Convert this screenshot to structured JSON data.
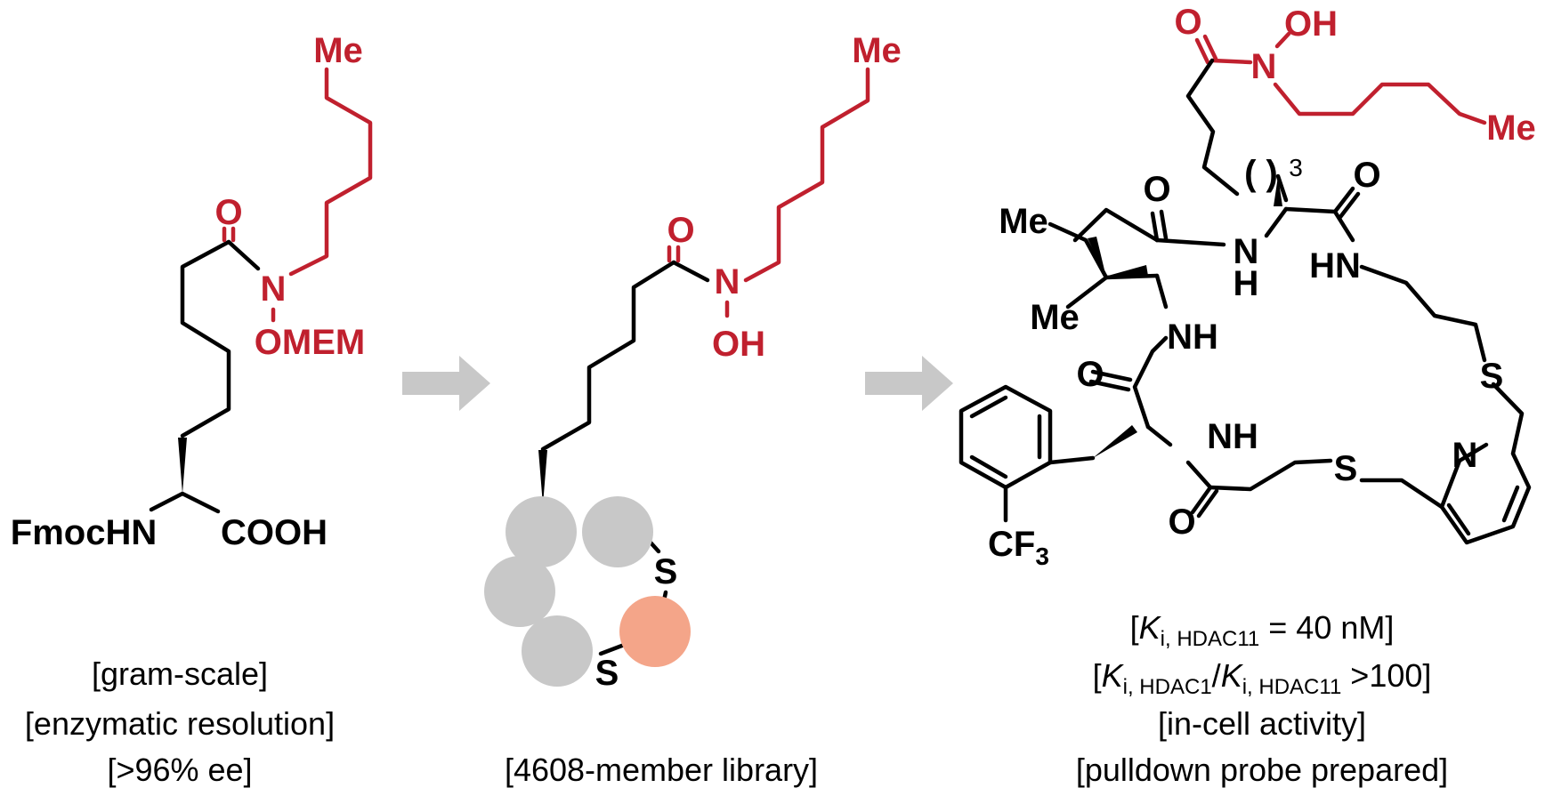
{
  "colors": {
    "bond": "#000000",
    "highlight": "#c0202e",
    "arrow": "#c8c8c8",
    "bead": "#c8c8c8",
    "bead_accent": "#f4a589"
  },
  "compound1": {
    "labels": {
      "me": "Me",
      "o": "O",
      "n": "N",
      "omem": "OMEM",
      "fmochn": "FmocHN",
      "cooh": "COOH"
    },
    "notes": [
      "[gram-scale]",
      "[enzymatic resolution]",
      "[>96% ee]"
    ]
  },
  "compound2": {
    "labels": {
      "me": "Me",
      "o": "O",
      "n": "N",
      "oh": "OH",
      "s1": "S",
      "s2": "S"
    },
    "notes": [
      "[4608-member library]"
    ]
  },
  "compound3": {
    "labels": {
      "o_hydroxamate": "O",
      "oh": "OH",
      "n_hydroxamate": "N",
      "me_chain": "Me",
      "rep_paren": "( )",
      "rep_sub": "3",
      "me_ethyl": "Me",
      "me_branch": "Me",
      "o_ile": "O",
      "nh_amide": "N",
      "h_amide": "H",
      "o_lys": "O",
      "hn_linker": "HN",
      "nh_ile": "NH",
      "o_phe": "O",
      "s_upper": "S",
      "nh_phe": "NH",
      "n_pyridine": "N",
      "s_lower": "S",
      "o_lower": "O",
      "cf3": "CF",
      "cf3_sub": "3"
    },
    "notes": {
      "line1": {
        "pre": "[",
        "k": "K",
        "sub": "i, HDAC11",
        "post": " = 40 nM]"
      },
      "line2": {
        "pre": "[",
        "k1": "K",
        "sub1": "i, HDAC1",
        "slash": "/",
        "k2": "K",
        "sub2": "i, HDAC11",
        "post": " >100]"
      },
      "line3": "[in-cell activity]",
      "line4": "[pulldown probe prepared]"
    }
  }
}
